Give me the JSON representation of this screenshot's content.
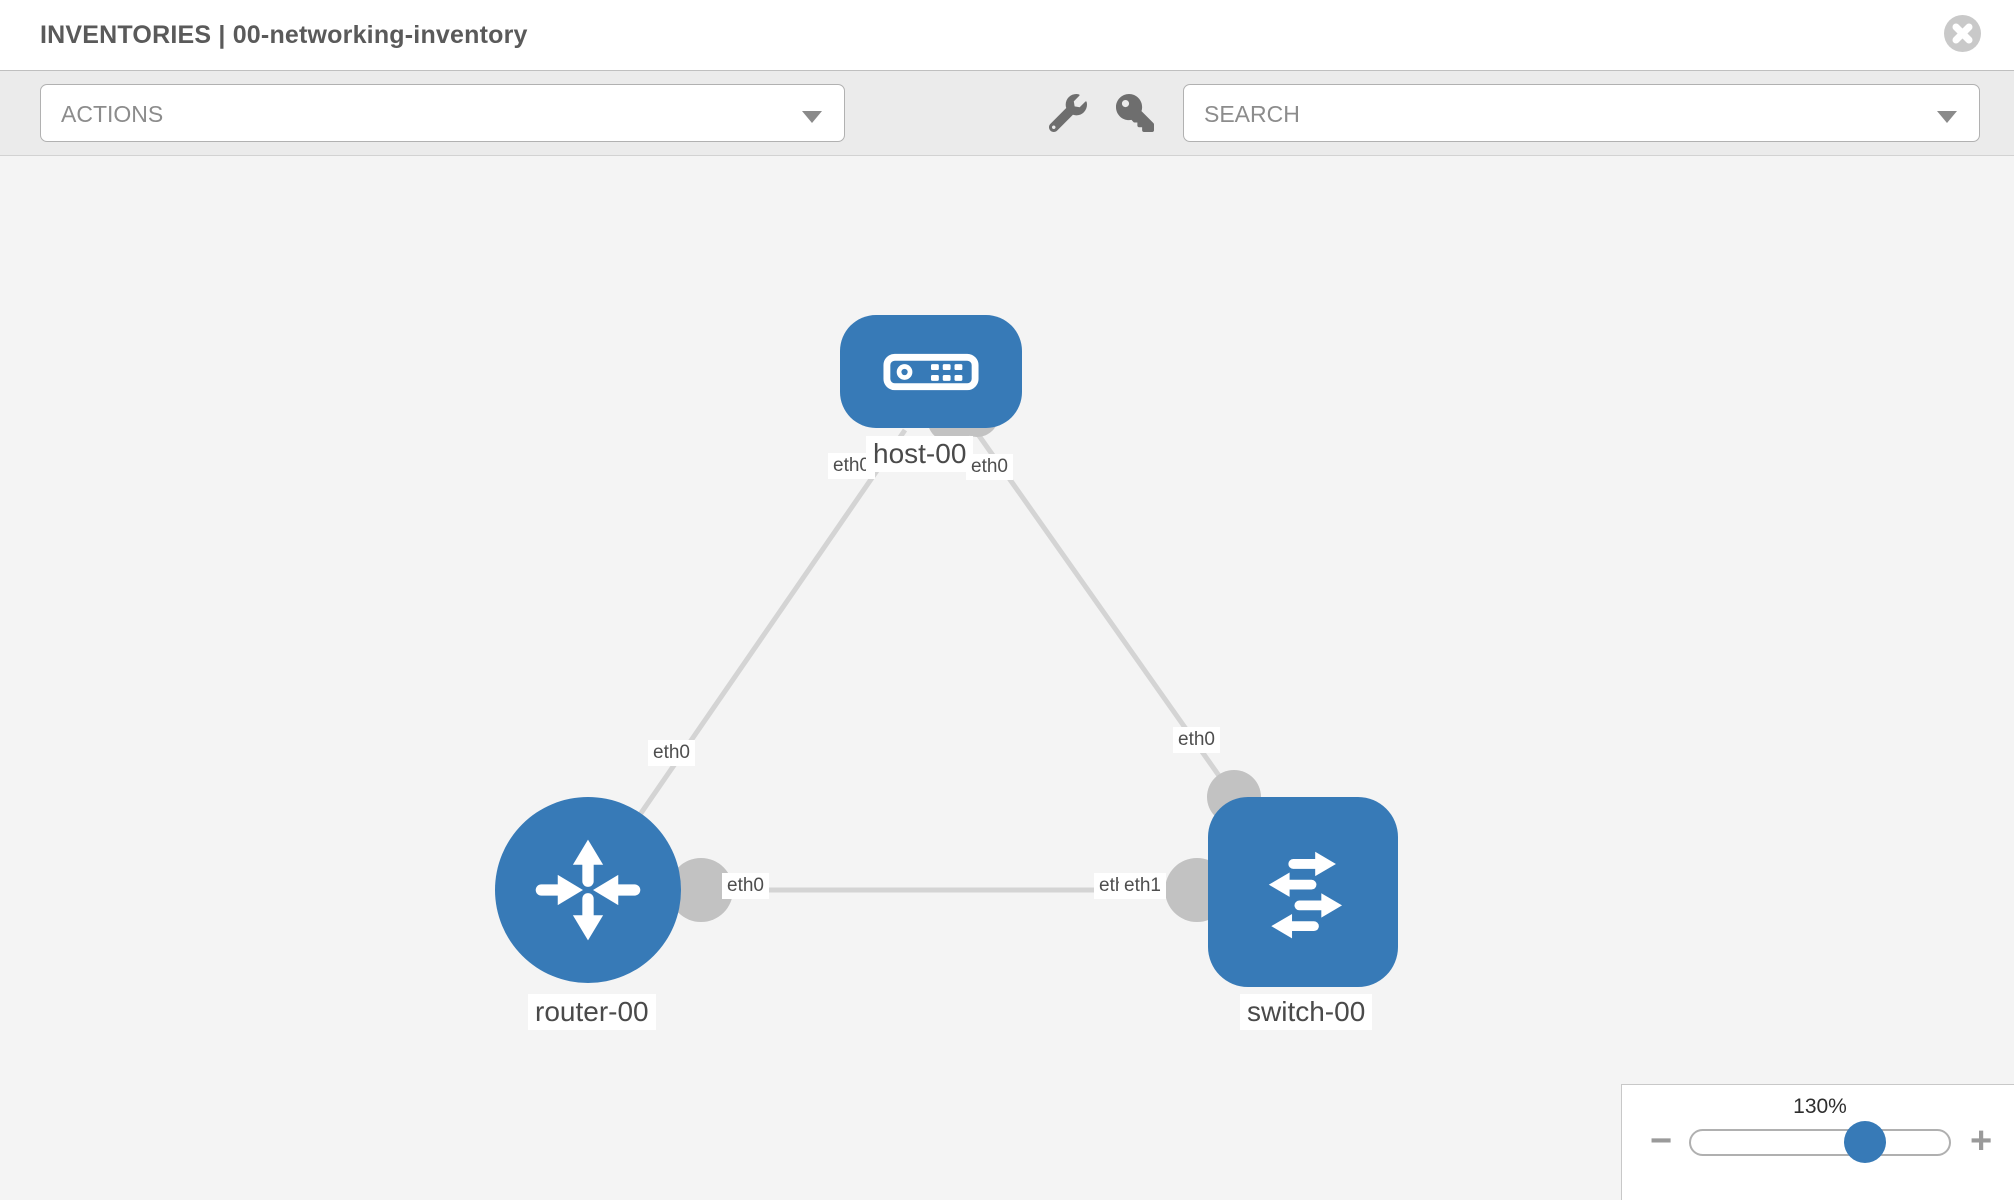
{
  "header": {
    "title": "INVENTORIES | 00-networking-inventory"
  },
  "toolbar": {
    "actions_dropdown": {
      "label": "ACTIONS"
    },
    "search_dropdown": {
      "placeholder": "SEARCH"
    },
    "tool_icons": [
      "wrench",
      "key"
    ]
  },
  "topology": {
    "nodes": [
      {
        "id": "host-00",
        "type": "host",
        "label": "host-00"
      },
      {
        "id": "router-00",
        "type": "router",
        "label": "router-00"
      },
      {
        "id": "switch-00",
        "type": "switch",
        "label": "switch-00"
      }
    ],
    "edges": [
      {
        "from": "host-00",
        "to": "router-00"
      },
      {
        "from": "host-00",
        "to": "switch-00"
      },
      {
        "from": "router-00",
        "to": "switch-00"
      }
    ],
    "interface_labels": {
      "host_left": "eth0",
      "host_right": "eth0",
      "edge_host_router": "eth0",
      "edge_host_switch": "eth0",
      "edge_router_switch_left": "eth0",
      "edge_router_switch_right_back": "eth0",
      "edge_router_switch_right_front": "eth1"
    }
  },
  "zoom_control": {
    "level": "130%",
    "minus": "−",
    "plus": "+"
  },
  "colors": {
    "node_blue": "#377ab7",
    "edge_gray": "#d4d4d4",
    "connector_gray": "#c2c2c2"
  }
}
